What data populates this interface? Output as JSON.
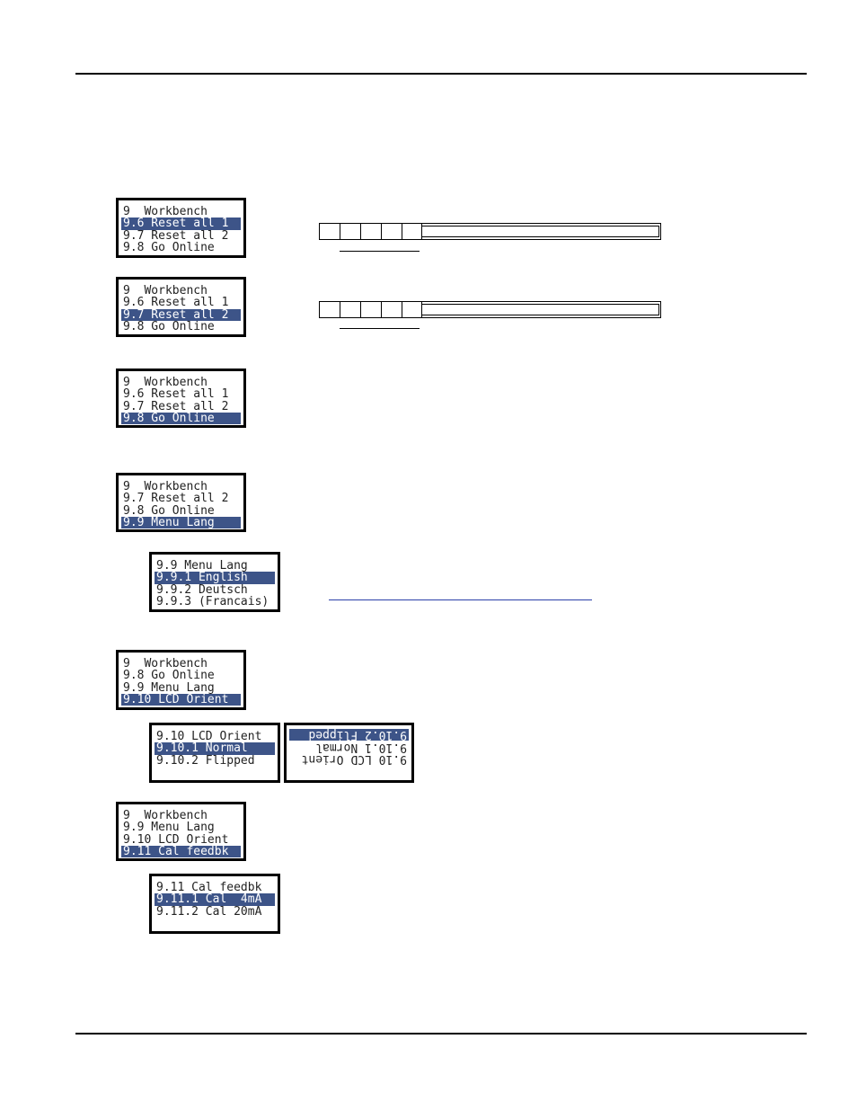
{
  "screens": [
    {
      "id": "reset1",
      "lines": [
        "9  Workbench",
        "9.6 Reset all 1",
        "9.7 Reset all 2",
        "9.8 Go Online"
      ],
      "highlight": 1
    },
    {
      "id": "reset2",
      "lines": [
        "9  Workbench",
        "9.6 Reset all 1",
        "9.7 Reset all 2",
        "9.8 Go Online"
      ],
      "highlight": 2
    },
    {
      "id": "goonline",
      "lines": [
        "9  Workbench",
        "9.6 Reset all 1",
        "9.7 Reset all 2",
        "9.8 Go Online"
      ],
      "highlight": 3
    },
    {
      "id": "menulang",
      "lines": [
        "9  Workbench",
        "9.7 Reset all 2",
        "9.8 Go Online",
        "9.9 Menu Lang"
      ],
      "highlight": 3
    },
    {
      "id": "langsub",
      "lines": [
        "9.9 Menu Lang",
        "9.9.1 English",
        "9.9.2 Deutsch",
        "9.9.3 (Francais)"
      ],
      "highlight": 1
    },
    {
      "id": "lcdorient",
      "lines": [
        "9  Workbench",
        "9.8 Go Online",
        "9.9 Menu Lang",
        "9.10 LCD Orient"
      ],
      "highlight": 3
    },
    {
      "id": "lcdsub",
      "lines": [
        "9.10 LCD Orient",
        "9.10.1 Normal",
        "9.10.2 Flipped"
      ],
      "highlight": 1
    },
    {
      "id": "lcdsubflip",
      "lines": [
        "9.10 LCD Orient",
        "9.10.1 Normal",
        "9.10.2 Flipped"
      ],
      "highlight": 2
    },
    {
      "id": "calfeedbk",
      "lines": [
        "9  Workbench",
        "9.9 Menu Lang",
        "9.10 LCD Orient",
        "9.11 Cal feedbk"
      ],
      "highlight": 3
    },
    {
      "id": "calsub",
      "lines": [
        "9.11 Cal feedbk",
        "9.11.1 Cal  4mA",
        "9.11.2 Cal 20mA"
      ],
      "highlight": 1
    }
  ]
}
